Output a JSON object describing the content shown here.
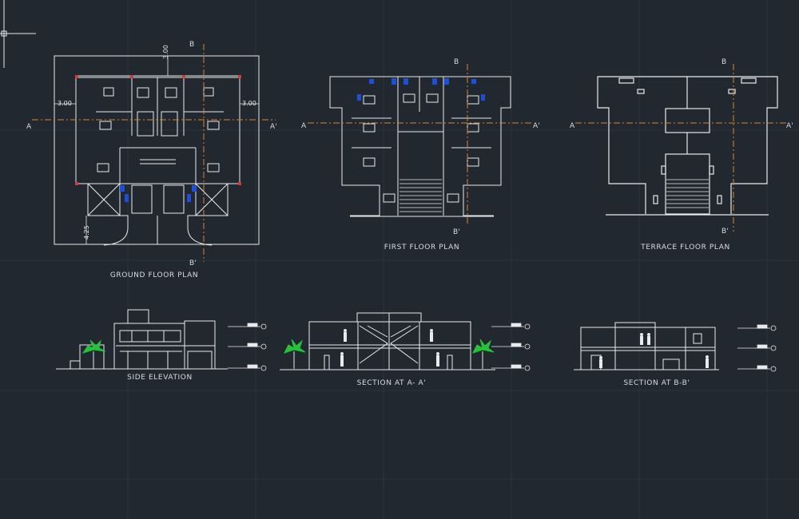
{
  "titles": {
    "ground": "GROUND FLOOR PLAN",
    "first": "FIRST FLOOR PLAN",
    "terrace": "TERRACE FLOOR PLAN",
    "side": "SIDE ELEVATION",
    "section_aa": "SECTION AT A- A'",
    "section_bb": "SECTION AT B-B'"
  },
  "axis_labels": {
    "a": "A",
    "a_prime": "A'",
    "b": "B",
    "b_prime": "B'"
  },
  "dimensions": {
    "top": "3.00",
    "left": "3.00",
    "right": "3.00",
    "bottom": "4.25"
  },
  "colors": {
    "background": "#212830",
    "grid": "#2c3540",
    "linework": "#e8eaec",
    "axis": "#d9822b",
    "accent_blue": "#1f4fd6",
    "accent_red": "#d23a3a",
    "tree": "#27c23a"
  }
}
